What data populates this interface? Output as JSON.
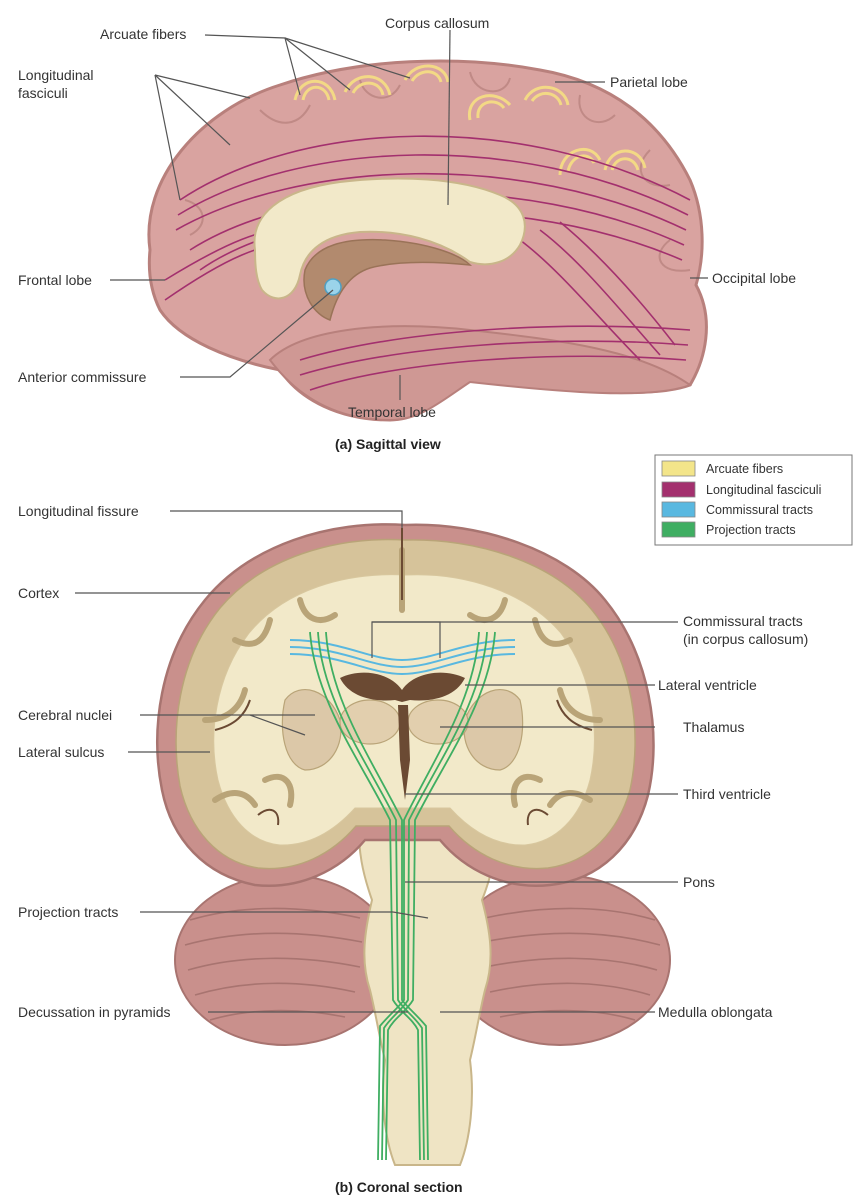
{
  "sagittal": {
    "caption": "(a) Sagittal view",
    "labels": {
      "arcuate_fibers": "Arcuate fibers",
      "corpus_callosum": "Corpus callosum",
      "longitudinal_fasciculi_1": "Longitudinal",
      "longitudinal_fasciculi_2": "fasciculi",
      "parietal_lobe": "Parietal lobe",
      "frontal_lobe": "Frontal lobe",
      "occipital_lobe": "Occipital lobe",
      "anterior_commissure": "Anterior commissure",
      "temporal_lobe": "Temporal lobe"
    }
  },
  "coronal": {
    "caption": "(b) Coronal section",
    "labels": {
      "longitudinal_fissure": "Longitudinal fissure",
      "cortex": "Cortex",
      "commissural_tracts_1": "Commissural tracts",
      "commissural_tracts_2": "(in corpus callosum)",
      "lateral_ventricle": "Lateral ventricle",
      "cerebral_nuclei": "Cerebral nuclei",
      "thalamus": "Thalamus",
      "lateral_sulcus": "Lateral sulcus",
      "third_ventricle": "Third ventricle",
      "pons": "Pons",
      "projection_tracts": "Projection tracts",
      "decussation": "Decussation in pyramids",
      "medulla": "Medulla oblongata"
    }
  },
  "legend": [
    {
      "label": "Arcuate fibers",
      "color": "#f3e58a"
    },
    {
      "label": "Longitudinal fasciculi",
      "color": "#a3306e"
    },
    {
      "label": "Commissural tracts",
      "color": "#59b8e0"
    },
    {
      "label": "Projection tracts",
      "color": "#3fae62"
    }
  ],
  "colors": {
    "brain_surface": "#d9a3a0",
    "brain_shadow": "#b8807c",
    "white_matter": "#f2e9c9",
    "cortex_gray": "#d6c39a",
    "ventricle": "#6b4a33"
  }
}
